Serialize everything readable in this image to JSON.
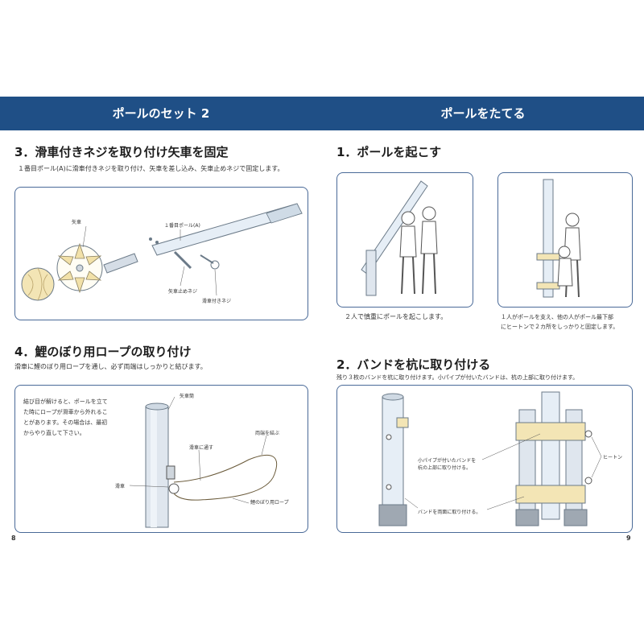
{
  "header": {
    "left_title": "ポールのセット 2",
    "right_title": "ポールをたてる"
  },
  "sec3": {
    "title": "3．滑車付きネジを取り付け矢車を固定",
    "desc": "１番目ポール(A)に滑車付きネジを取り付け、矢車を差し込み、矢車止めネジで固定します。",
    "labels": {
      "yaguruma": "矢車",
      "pole_a": "１番目ポール(A)",
      "stop_screw": "矢車止めネジ",
      "pulley_screw": "滑車付きネジ"
    }
  },
  "sec4": {
    "title": "4．鯉のぼり用ロープの取り付け",
    "desc": "滑車に鯉のぼり用ロープを通し、必ず両端はしっかりと結びます。",
    "note": [
      "結び目が解けると、ポールを立て",
      "た時にロープが滑車から外れるこ",
      "とがあります。その場合は、最初",
      "からやり直して下さい。"
    ],
    "labels": {
      "yaguruma_stop": "矢車筒",
      "through_pulley": "滑車に通す",
      "tie_ends": "両端を結ぶ",
      "pulley": "滑車",
      "rope": "鯉のぼり用ロープ"
    }
  },
  "sec1": {
    "title": "1．ポールを起こす",
    "caption_left": "２人で慎重にポールを起こします。",
    "caption_right": [
      "１人がポールを支え、他の人がポール最下部",
      "にヒートンで２カ所をしっかりと固定します。"
    ]
  },
  "sec2": {
    "title": "2．バンドを杭に取り付ける",
    "desc": "残り３枚のバンドを杭に取り付けます。小パイプが付いたバンドは、杭の上部に取り付けます。",
    "labels": {
      "small_pipe_band": [
        "小パイプが付いたバンドを",
        "杭の上部に取り付ける。"
      ],
      "band_both_sides": "バンドを両面に取り付ける。",
      "hiton": "ヒートン"
    }
  },
  "page_numbers": {
    "left": "8",
    "right": "9"
  }
}
